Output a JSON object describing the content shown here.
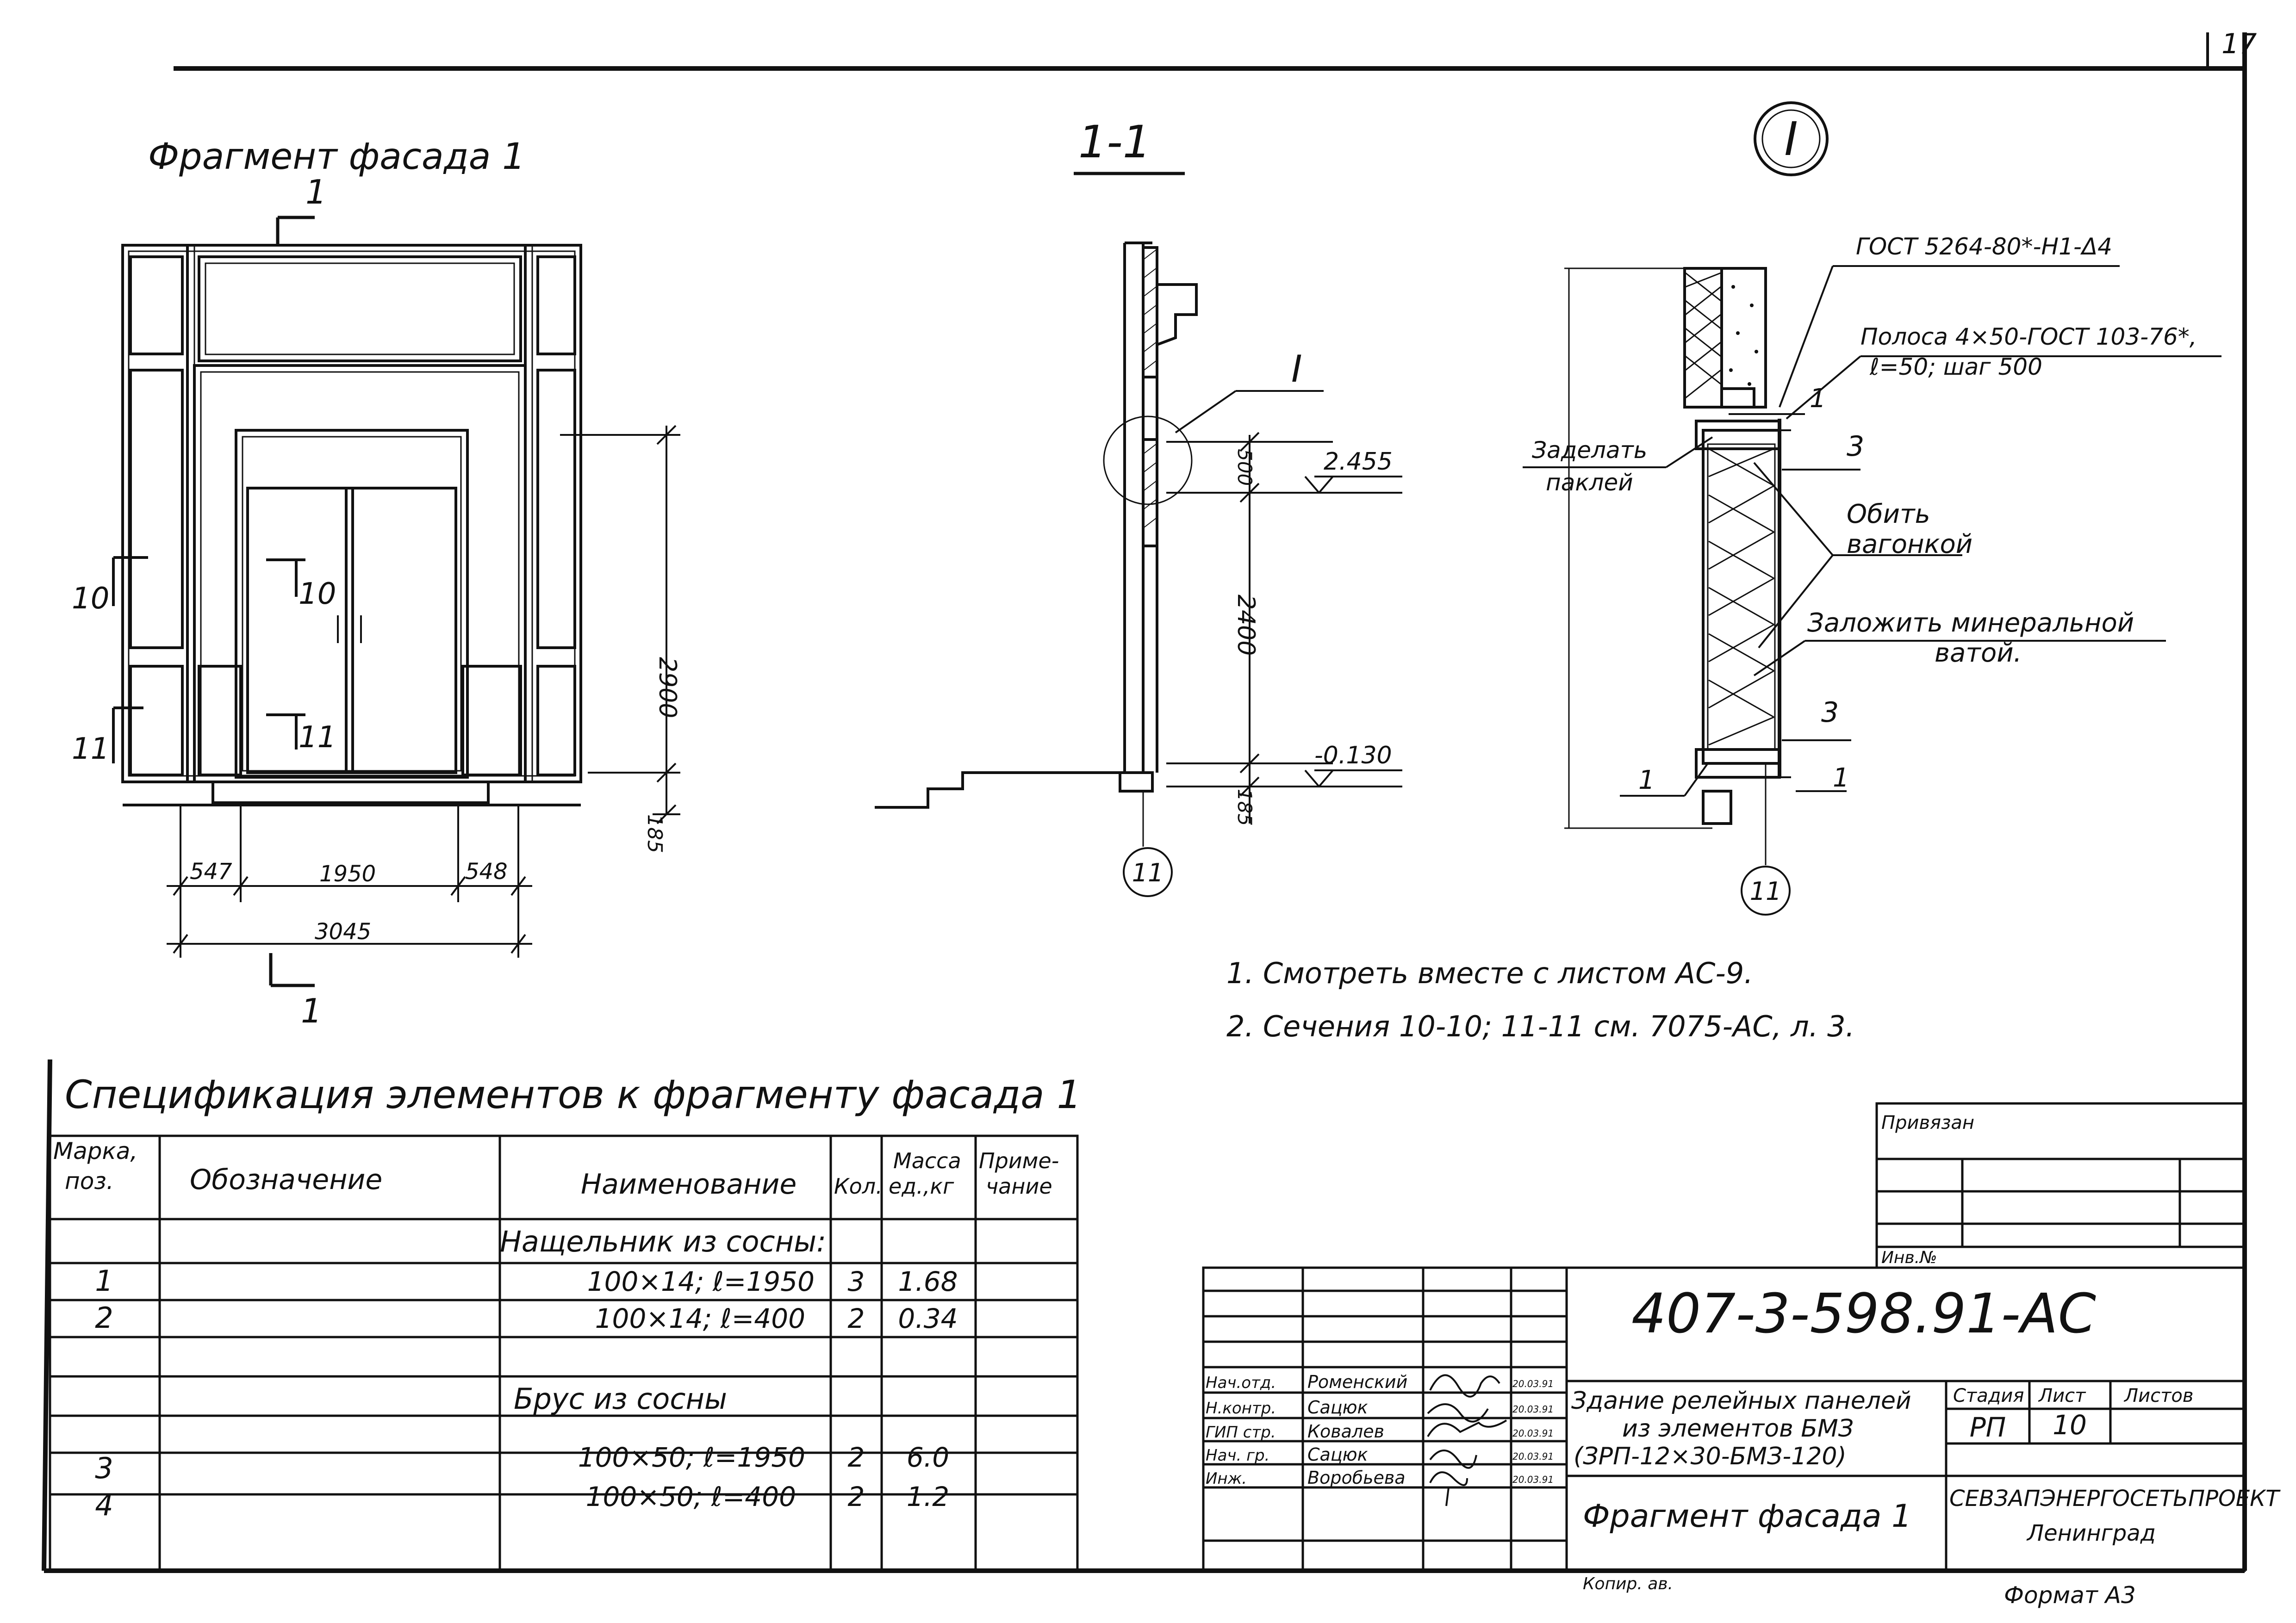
{
  "sheet_number": "17",
  "facade": {
    "title": "Фрагмент фасада 1",
    "cut_mark": "1",
    "section_10": "10",
    "section_11": "11",
    "dim_height": "2900",
    "dim_base": "185",
    "dim_left": "547",
    "dim_mid": "1950",
    "dim_right": "548",
    "dim_total": "3045"
  },
  "section": {
    "title": "1-1",
    "callout": "I",
    "dim_500": "500",
    "dim_2400": "2400",
    "dim_185": "185",
    "level_top": "2.455",
    "level_bottom": "-0.130",
    "axis": "11"
  },
  "detail": {
    "title": "I",
    "gost_weld": "ГОСТ 5264-80*-Н1-Δ4",
    "strip_line1": "Полоса 4×50-ГОСТ 103-76*,",
    "strip_line2": "ℓ=50; шаг 500",
    "seal_line1": "Заделать",
    "seal_line2": "паклей",
    "clad_line1": "Обить",
    "clad_line2": "вагонкой",
    "wool_line1": "Заложить минеральной",
    "wool_line2": "ватой.",
    "mark_1": "1",
    "mark_3": "3",
    "axis": "11"
  },
  "notes": [
    "1. Смотреть вместе с листом АС-9.",
    "2. Сечения 10-10; 11-11 см. 7075-АС, л. 3."
  ],
  "spec": {
    "title": "Спецификация элементов к фрагменту фасада 1",
    "headers": {
      "mark_1": "Марка,",
      "mark_2": "поз.",
      "designation": "Обозначение",
      "name": "Наименование",
      "qty": "Кол.",
      "mass_1": "Масса",
      "mass_2": "ед.,кг",
      "note_1": "Приме-",
      "note_2": "чание"
    },
    "rows": [
      {
        "mark": "",
        "name": "Нащельник из сосны:",
        "qty": "",
        "mass": ""
      },
      {
        "mark": "1",
        "name": "100×14; ℓ=1950",
        "qty": "3",
        "mass": "1.68"
      },
      {
        "mark": "2",
        "name": "100×14; ℓ=400",
        "qty": "2",
        "mass": "0.34"
      },
      {
        "mark": "",
        "name": "",
        "qty": "",
        "mass": ""
      },
      {
        "mark": "",
        "name": "Брус из сосны",
        "qty": "",
        "mass": ""
      },
      {
        "mark": "3",
        "name": "100×50; ℓ=1950",
        "qty": "2",
        "mass": "6.0"
      },
      {
        "mark": "4",
        "name": "100×50; ℓ=400",
        "qty": "2",
        "mass": "1.2"
      },
      {
        "mark": "",
        "name": "",
        "qty": "",
        "mass": ""
      }
    ]
  },
  "binding": {
    "label": "Привязан",
    "inv": "Инв.№"
  },
  "titleblock": {
    "code": "407-3-598.91-АС",
    "people": [
      {
        "role": "Нач.отд.",
        "name": "Роменский",
        "date": "20.03.91"
      },
      {
        "role": "Н.контр.",
        "name": "Сацюк",
        "date": "20.03.91"
      },
      {
        "role": "ГИП стр.",
        "name": "Ковалев",
        "date": "20.03.91"
      },
      {
        "role": "Нач. гр.",
        "name": "Сацюк",
        "date": "20.03.91"
      },
      {
        "role": "Инж.",
        "name": "Воробьева",
        "date": "20.03.91"
      }
    ],
    "project_1": "Здание релейных панелей",
    "project_2": "из элементов БМЗ",
    "project_3": "(ЗРП-12×30-БМЗ-120)",
    "stage_label": "Стадия",
    "sheet_label": "Лист",
    "sheets_label": "Листов",
    "stage": "РП",
    "sheet": "10",
    "drawing_name": "Фрагмент фасада 1",
    "org": "СЕВЗАПЭНЕРГОСЕТЬПРОЕКТ",
    "city": "Ленинград"
  },
  "copied": "Копир. ав.",
  "format": "Формат А3"
}
